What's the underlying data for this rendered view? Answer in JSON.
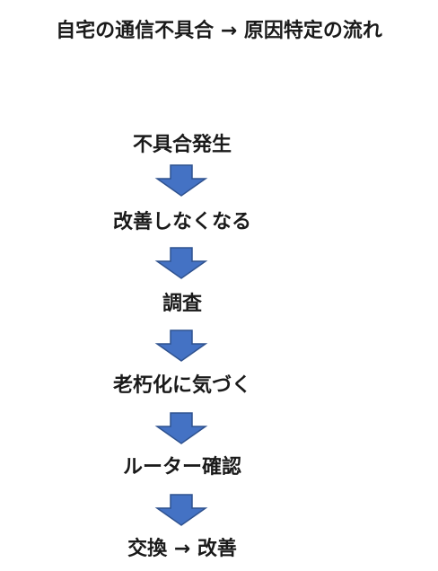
{
  "title": "自宅の通信不具合 → 原因特定の流れ",
  "steps": [
    {
      "label": "不具合発生"
    },
    {
      "label": "改善しなくなる"
    },
    {
      "label": "調査"
    },
    {
      "label": "老朽化に気づく"
    },
    {
      "label": "ルーター確認"
    },
    {
      "label": "交換 → 改善"
    }
  ],
  "colors": {
    "arrow_fill": "#4472C4",
    "arrow_stroke": "#2F528F",
    "text": "#1a1a1a"
  }
}
